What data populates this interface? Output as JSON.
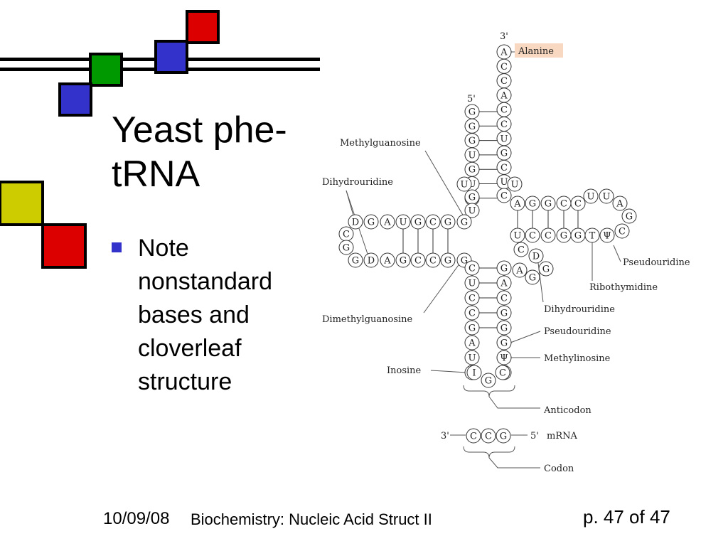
{
  "slide": {
    "title": "Yeast phe-tRNA",
    "bullet": "Note nonstandard bases and cloverleaf structure",
    "footer_date": "10/09/08",
    "footer_center": "Biochemistry: Nucleic Acid Struct II",
    "footer_page": "p. 47 of 47"
  },
  "colors": {
    "bullet": "#3333cc",
    "red_square": "#dd0000",
    "green_square": "#009900",
    "blue_square": "#3333cc",
    "yellow_square": "#cccc00",
    "alanine_highlight": "#f8d8c0",
    "dihydrouridine": "#6fb3e3",
    "methylguanosine": "#a9a3d6",
    "pseudouridine": "#a6dcc0",
    "ribothymidine": "#f2b9c4",
    "inosine_anticodon": "#f3d35a",
    "mrna_codon": "#f0a474"
  },
  "diagram": {
    "labels": {
      "three_prime_top": "3'",
      "five_prime_top": "5'",
      "alanine": "Alanine",
      "methylguanosine": "Methylguanosine",
      "dihydrouridine_left": "Dihydrouridine",
      "dimethylguanosine": "Dimethylguanosine",
      "pseudouridine_right": "Pseudouridine",
      "ribothymidine": "Ribothymidine",
      "dihydrouridine_right": "Dihydrouridine",
      "pseudouridine_anticodon": "Pseudouridine",
      "methylinosine": "Methylinosine",
      "inosine": "Inosine",
      "anticodon": "Anticodon",
      "mrna_three": "3'",
      "mrna_five": "5'",
      "mrna": "mRNA",
      "codon": "Codon"
    },
    "acceptor_3prime": [
      "A",
      "C",
      "C",
      "A",
      "C",
      "C",
      "U",
      "G",
      "C",
      "U"
    ],
    "acceptor_5prime": [
      "G",
      "G",
      "G",
      "U",
      "G",
      "U",
      "U"
    ],
    "anticodon_stem_left": [
      "C",
      "U",
      "C",
      "C",
      "G",
      "A",
      "U",
      "U"
    ],
    "anticodon_stem_right": [
      "G",
      "A",
      "C",
      "G",
      "G",
      "G",
      "Ψ",
      "I"
    ],
    "anticodon": [
      "I",
      "G",
      "C"
    ],
    "d_arm_top": [
      "D",
      "G",
      "A",
      "U",
      "G",
      "C",
      "G",
      "G"
    ],
    "d_arm_bottom": [
      "G",
      "D",
      "A",
      "G",
      "C",
      "C",
      "G",
      "G"
    ],
    "d_arm_loop": [
      "C",
      "G"
    ],
    "t_arm_top": [
      "A",
      "G",
      "G",
      "C",
      "C",
      "U",
      "U",
      "A"
    ],
    "t_arm_bottom": [
      "U",
      "C",
      "C",
      "G",
      "G",
      "T",
      "Ψ",
      "C"
    ],
    "t_arm_loop": [
      "G",
      "C"
    ],
    "variable_loop": [
      "C",
      "D",
      "A",
      "G",
      "G"
    ],
    "mrna_codon": [
      "C",
      "C",
      "G"
    ]
  }
}
